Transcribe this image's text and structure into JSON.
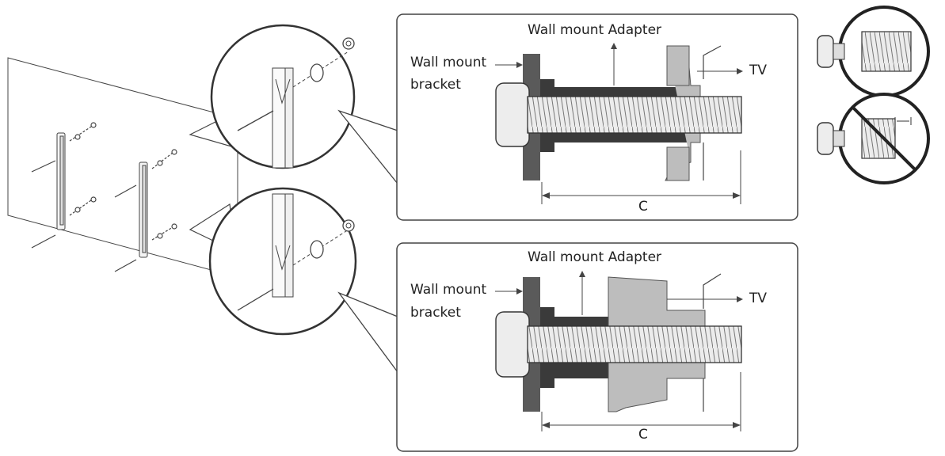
{
  "panel_top": {
    "adapter_label": "Wall mount Adapter",
    "bracket_label_line1": "Wall mount",
    "bracket_label_line2": "bracket",
    "tv_label": "TV",
    "dimension_label": "C"
  },
  "panel_bottom": {
    "adapter_label": "Wall mount Adapter",
    "bracket_label_line1": "Wall mount",
    "bracket_label_line2": "bracket",
    "tv_label": "TV",
    "dimension_label": "C"
  },
  "icons": {
    "correct_screw": "screw-fully-threaded-correct-icon",
    "incorrect_screw": "screw-gap-incorrect-icon"
  },
  "colors": {
    "line": "#333333",
    "bracket_dark": "#5a5a5a",
    "adapter_dark": "#3a3a3a",
    "tv_gray": "#bdbdbd",
    "screw_light": "#e9e9e9"
  }
}
